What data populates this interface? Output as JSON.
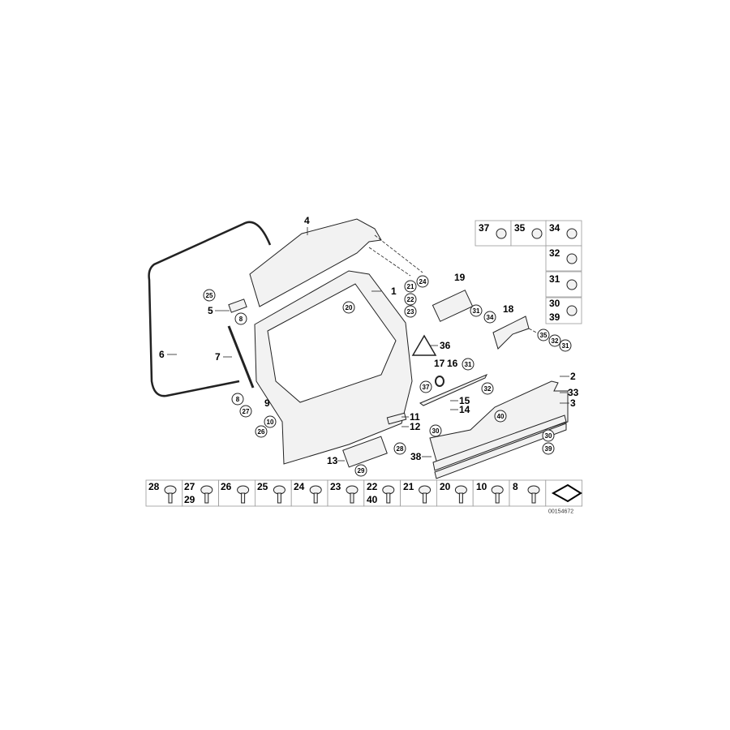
{
  "diagram": {
    "callouts": [
      "4",
      "1",
      "6",
      "7",
      "5",
      "25",
      "8",
      "8",
      "9",
      "27",
      "10",
      "26",
      "20",
      "21",
      "22",
      "23",
      "24",
      "19",
      "31",
      "34",
      "18",
      "35",
      "32",
      "31",
      "36",
      "17",
      "16",
      "31",
      "32",
      "37",
      "15",
      "14",
      "11",
      "12",
      "28",
      "13",
      "29",
      "2",
      "33",
      "3",
      "40",
      "30",
      "30",
      "39",
      "38"
    ],
    "parts_table": [
      "37",
      "35",
      "34",
      "32",
      "31",
      "30",
      "39"
    ],
    "fasteners_row": [
      "28",
      "27",
      "29",
      "26",
      "25",
      "24",
      "23",
      "22",
      "40",
      "21",
      "20",
      "10",
      "8"
    ],
    "diagram_code": "00154672",
    "warning_symbol": "airbag-warning-triangle",
    "direction_icon": "arrow-direction-icon"
  }
}
